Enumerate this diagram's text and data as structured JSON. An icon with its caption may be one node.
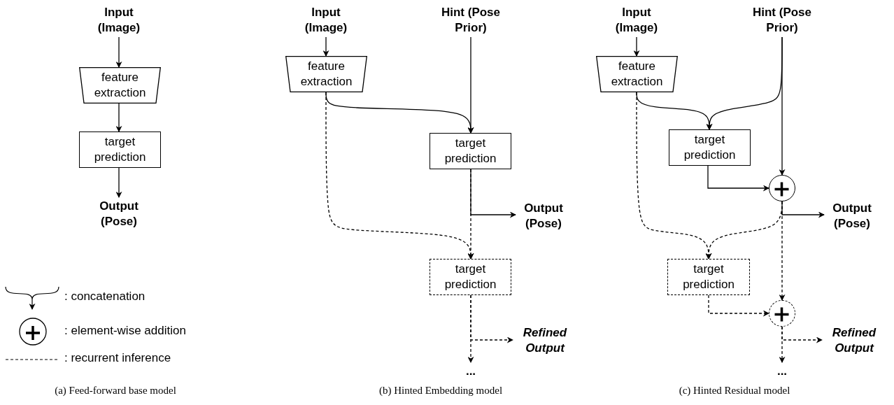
{
  "diagram": {
    "nodes": [
      {
        "text": [
          "Input (Image)"
        ]
      },
      {
        "text": [
          "feature extraction"
        ]
      },
      {
        "text": [
          "target prediction"
        ]
      },
      {
        "text": [
          "Output (Pose)"
        ]
      },
      {
        "text": [
          "Input (Image)"
        ]
      },
      {
        "text": [
          "Hint (Pose Prior)"
        ]
      },
      {
        "text": [
          "feature extraction"
        ]
      },
      {
        "text": [
          "target prediction"
        ]
      },
      {
        "text": [
          "Output (Pose)"
        ]
      },
      {
        "text": [
          "target prediction"
        ]
      },
      {
        "text": [
          "Refined Output"
        ]
      },
      {
        "text": [
          "..."
        ]
      },
      {
        "text": [
          "Input (Image)"
        ]
      },
      {
        "text": [
          "Hint (Pose Prior)"
        ]
      },
      {
        "text": [
          "feature extraction"
        ]
      },
      {
        "text": [
          "target prediction"
        ]
      },
      {
        "text": [],
        "shape": "circle"
      },
      {
        "text": [
          "Output (Pose)"
        ]
      },
      {
        "text": [
          "target prediction"
        ]
      },
      {
        "text": [],
        "shape": "circle"
      },
      {
        "text": [
          "Refined Output"
        ]
      },
      {
        "text": [
          "..."
        ]
      }
    ],
    "edges": [
      {
        "from": 0,
        "to": 1,
        "arrow": "to"
      },
      {
        "from": 1,
        "to": 2,
        "arrow": "to"
      },
      {
        "from": 2,
        "to": 3,
        "arrow": "to"
      },
      {
        "from": 4,
        "to": 6,
        "arrow": "to"
      },
      {
        "from": 6,
        "to": 7,
        "arrow": "to"
      },
      {
        "from": 5,
        "to": 7,
        "arrow": "to"
      },
      {
        "from": 7,
        "to": 8,
        "arrow": "to"
      },
      {
        "from": 6,
        "to": 9,
        "arrow": "to",
        "style": "dashed"
      },
      {
        "from": 7,
        "to": 9,
        "arrow": "to",
        "style": "dashed"
      },
      {
        "from": 9,
        "to": 10,
        "arrow": "to",
        "style": "dashed"
      },
      {
        "from": 9,
        "to": 11,
        "arrow": "to",
        "style": "dashed"
      },
      {
        "from": 12,
        "to": 14,
        "arrow": "to"
      },
      {
        "from": 14,
        "to": 15,
        "arrow": "to"
      },
      {
        "from": 13,
        "to": 15,
        "arrow": "to"
      },
      {
        "from": 13,
        "to": 16,
        "arrow": "to"
      },
      {
        "from": 15,
        "to": 16,
        "arrow": "to"
      },
      {
        "from": 16,
        "to": 17,
        "arrow": "to"
      },
      {
        "from": 14,
        "to": 18,
        "arrow": "to",
        "style": "dashed"
      },
      {
        "from": 16,
        "to": 18,
        "arrow": "to",
        "style": "dashed"
      },
      {
        "from": 16,
        "to": 19,
        "arrow": "to",
        "style": "dashed"
      },
      {
        "from": 18,
        "to": 19,
        "arrow": "to",
        "style": "dashed"
      },
      {
        "from": 19,
        "to": 20,
        "arrow": "to",
        "style": "dashed"
      },
      {
        "from": 19,
        "to": 21,
        "arrow": "to",
        "style": "dashed"
      }
    ],
    "labels": [
      "(a) Feed-forward base model",
      "(b) Hinted Embedding model",
      "(c) Hinted Residual model"
    ],
    "legend": [
      {
        "text": ": concatenation"
      },
      {
        "text": ": element-wise addition"
      },
      {
        "text": ": recurrent inference"
      }
    ]
  }
}
